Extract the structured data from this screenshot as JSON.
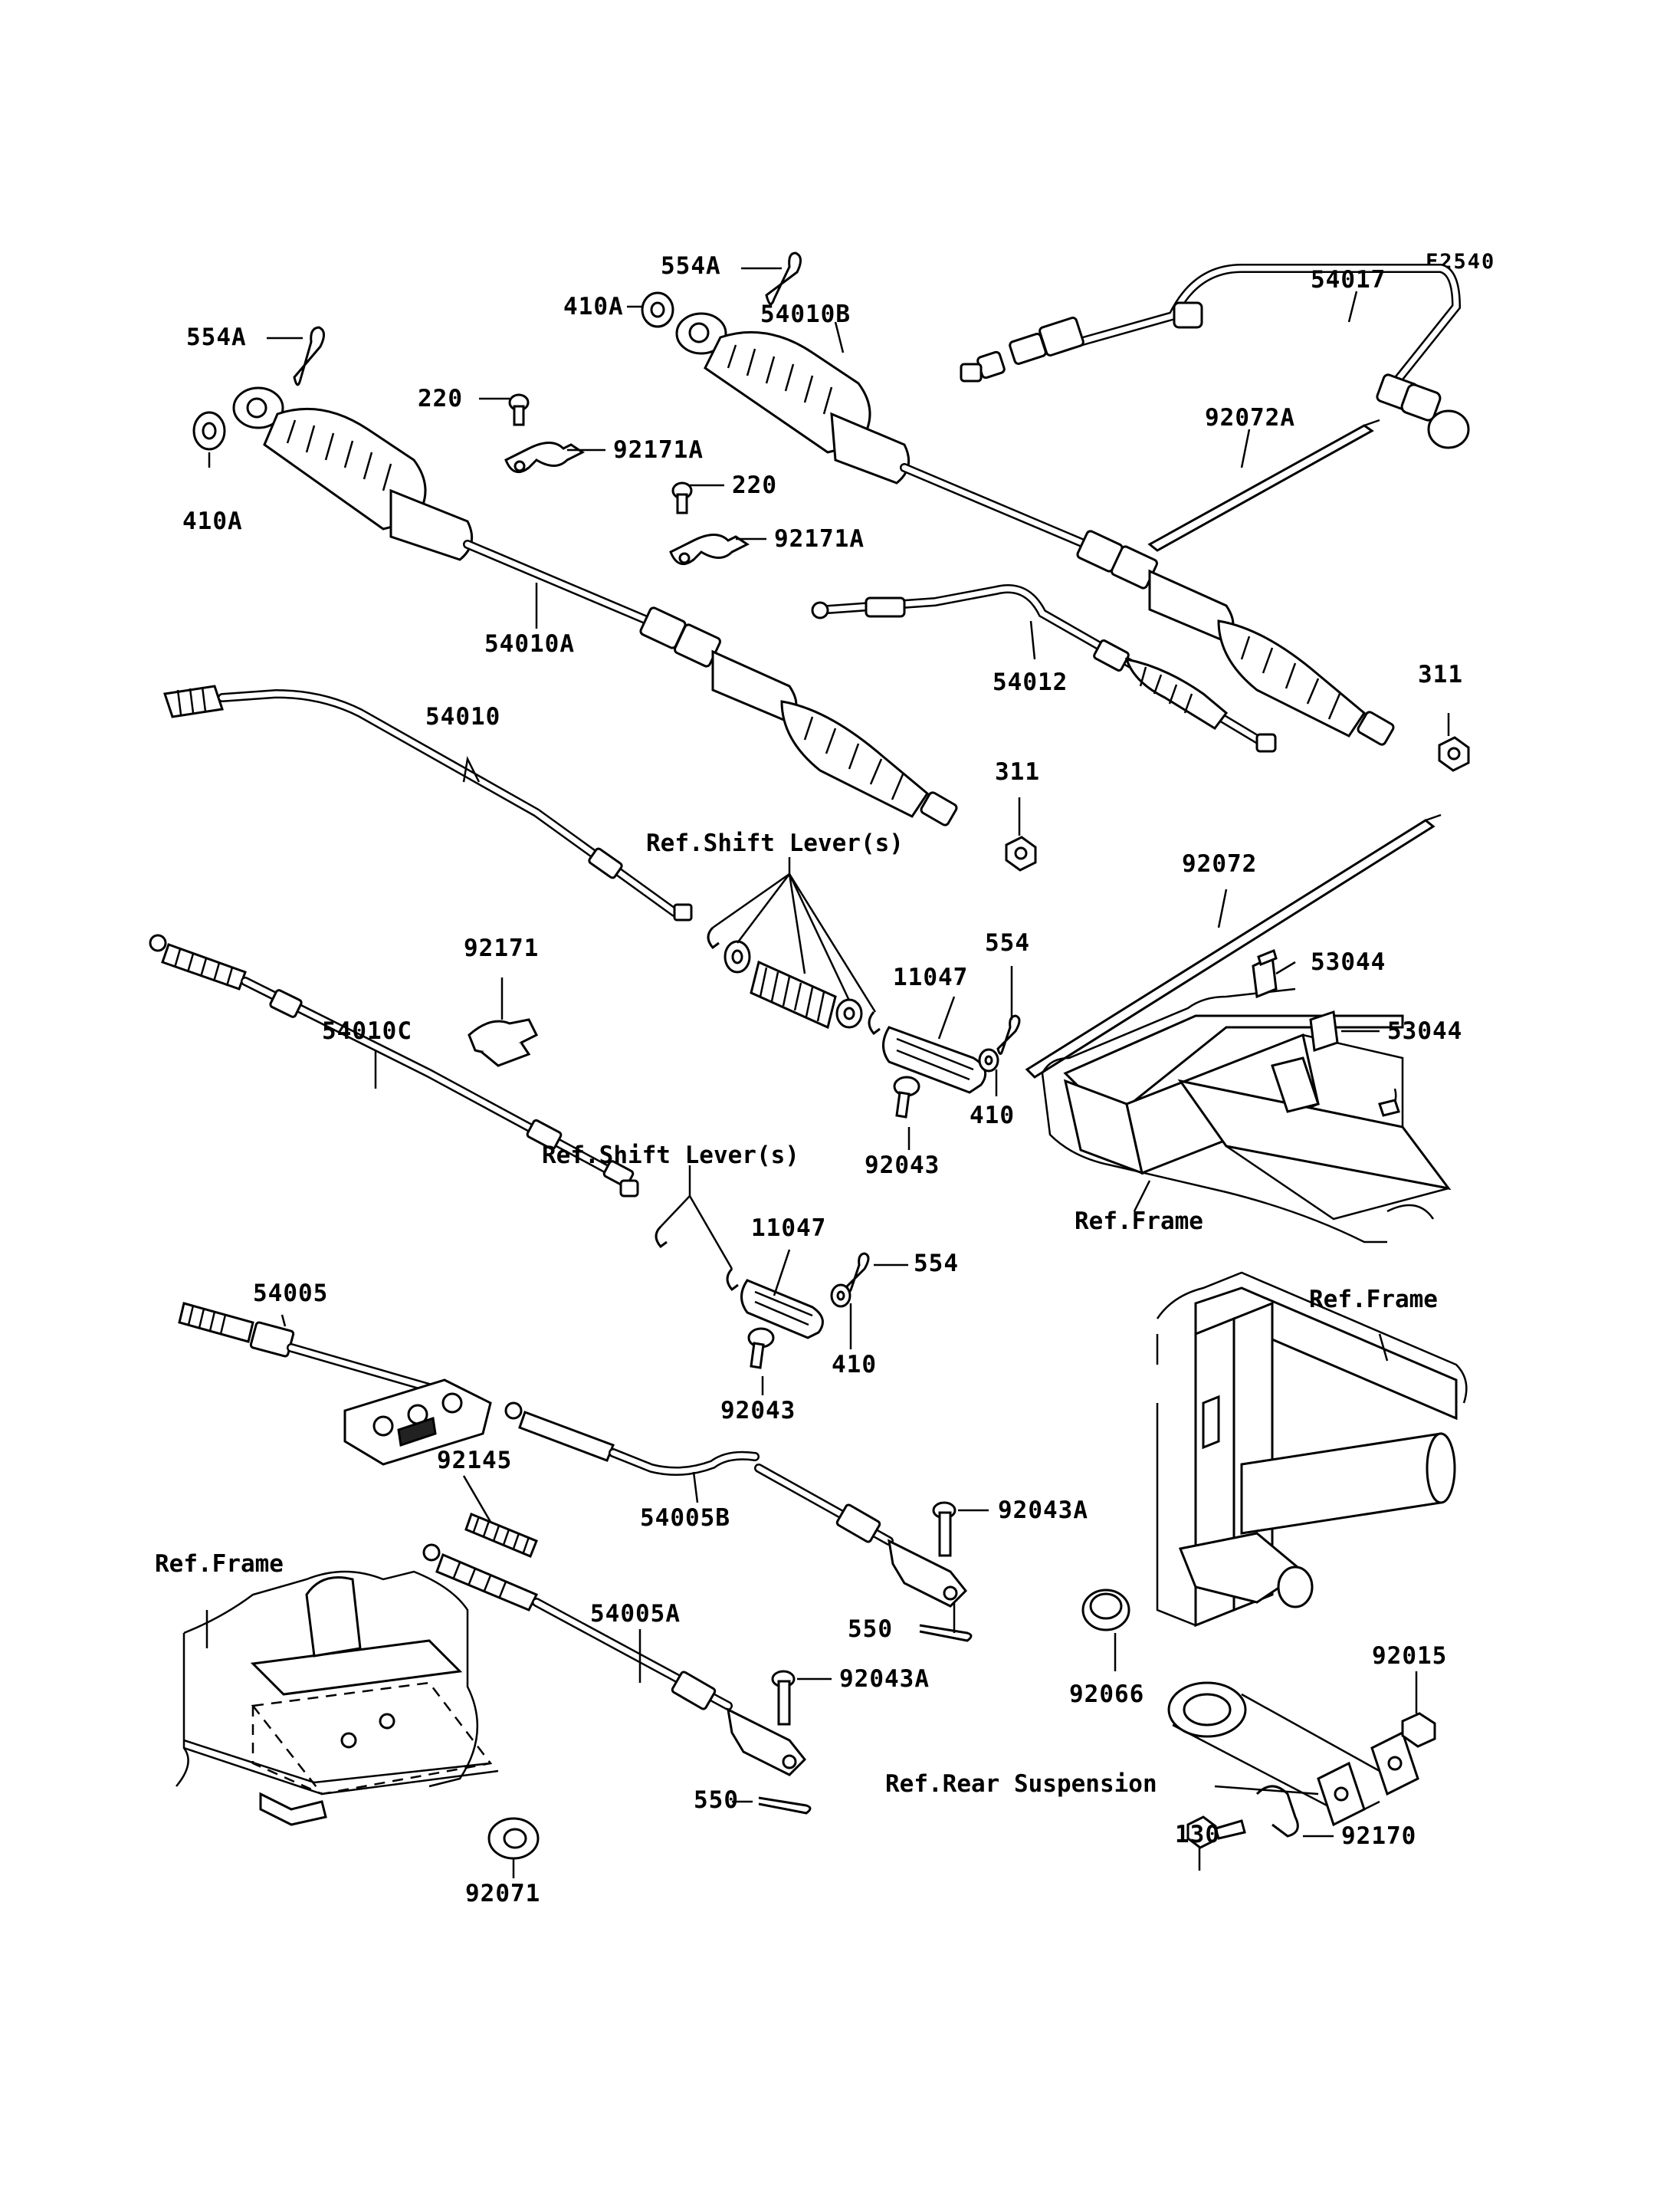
{
  "diagram_code": "F2540",
  "callouts": {
    "p554A_top": "554A",
    "p54010B": "54010B",
    "p54017": "54017",
    "p554A_left": "554A",
    "p410A_mid": "410A",
    "p220_a": "220",
    "p92171A_a": "92171A",
    "p92072A": "92072A",
    "p410A_left": "410A",
    "p220_b": "220",
    "p92171A_b": "92171A",
    "p54010A": "54010A",
    "p54012": "54012",
    "p311_right": "311",
    "p54010": "54010",
    "p311_mid": "311",
    "p92072": "92072",
    "p92171": "92171",
    "p554_a": "554",
    "p11047_a": "11047",
    "p53044_a": "53044",
    "p54010C": "54010C",
    "p53044_b": "53044",
    "p410_a": "410",
    "p92043_a": "92043",
    "p11047_b": "11047",
    "p554_b": "554",
    "p54005": "54005",
    "p410_b": "410",
    "p92043_b": "92043",
    "p92145": "92145",
    "p92043A_a": "92043A",
    "p54005B": "54005B",
    "p54005A": "54005A",
    "p550_a": "550",
    "p92043A_b": "92043A",
    "p92066": "92066",
    "p92015": "92015",
    "p550_b": "550",
    "p130": "130",
    "p92071": "92071",
    "p92170": "92170"
  },
  "references": {
    "shift_lever_a": "Ref.Shift Lever(s)",
    "shift_lever_b": "Ref.Shift Lever(s)",
    "frame_a": "Ref.Frame",
    "frame_b": "Ref.Frame",
    "frame_c": "Ref.Frame",
    "rear_suspension": "Ref.Rear Suspension"
  }
}
